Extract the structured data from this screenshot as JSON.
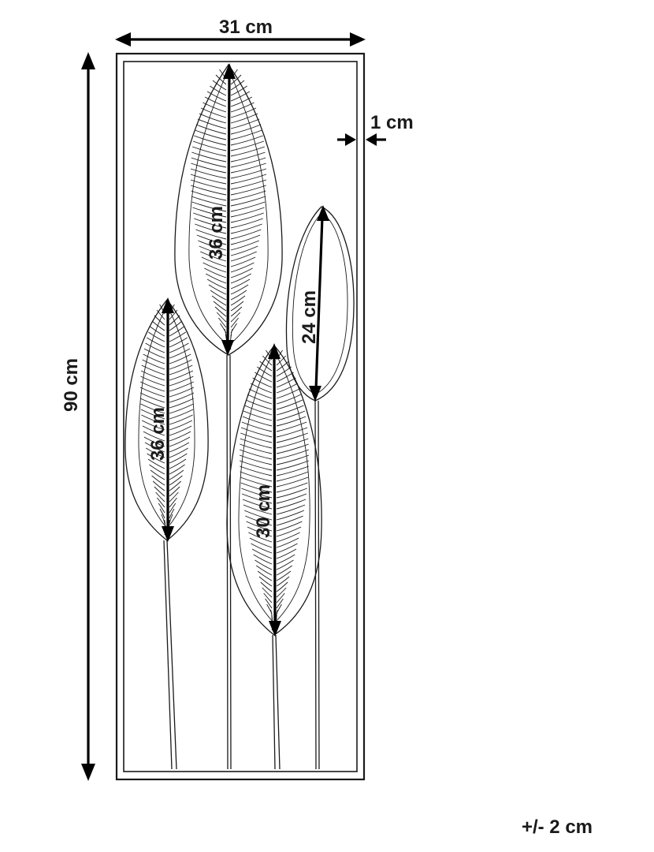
{
  "dimensions": {
    "width": "31 cm",
    "height": "90 cm",
    "depth": "1 cm",
    "leaf_tall": "36 cm",
    "leaf_left": "36 cm",
    "leaf_middle": "30 cm",
    "leaf_small": "24 cm"
  },
  "tolerance": "+/- 2 cm",
  "icons": {
    "leaf_tall": "feather-leaf-icon",
    "leaf_left": "feather-leaf-icon",
    "leaf_middle": "feather-leaf-icon",
    "leaf_small": "plain-leaf-icon"
  }
}
